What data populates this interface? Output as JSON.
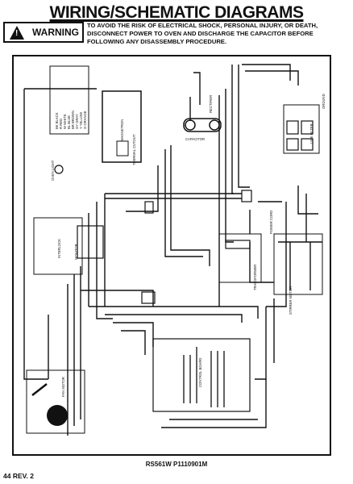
{
  "header": {
    "title": "WIRING/SCHEMATIC DIAGRAMS",
    "warning_label": "WARNING",
    "warning_text": "TO AVOID THE RISK OF ELECTRICAL SHOCK, PERSONAL INJURY, OR DEATH, DISCONNECT POWER TO OVEN AND DISCHARGE THE CAPACITOR BEFORE FOLLOWING ANY DISASSEMBLY PROCEDURE."
  },
  "components": {
    "magnetron": "MAGNETRON",
    "rectifier": "RECTIFIER",
    "capacitor": "CAPACITOR",
    "transformer": "TRANSFORMER",
    "interlock": "INTERLOCK",
    "monitor": "MONITOR",
    "oven_light": "OVEN LIGHT",
    "fan_motor": "FAN MOTOR",
    "line_filter": "LINE FILTER",
    "power_cord": "POWER CORD",
    "control_board": "CONTROL BOARD",
    "stirrer_motor": "STIRRER MOTOR",
    "thermal_cutout": "THERMAL CUTOUT",
    "ground": "GROUND",
    "wire_color_codes": [
      "BK BLACK",
      "R RED",
      "W WHITE",
      "BL BLUE",
      "BR BROWN",
      "GY GRAY",
      "Y YELLOW",
      "O ORANGE"
    ]
  },
  "footer": {
    "model_code": "RS561W    P1110901M",
    "page": "44  REV. 2"
  }
}
